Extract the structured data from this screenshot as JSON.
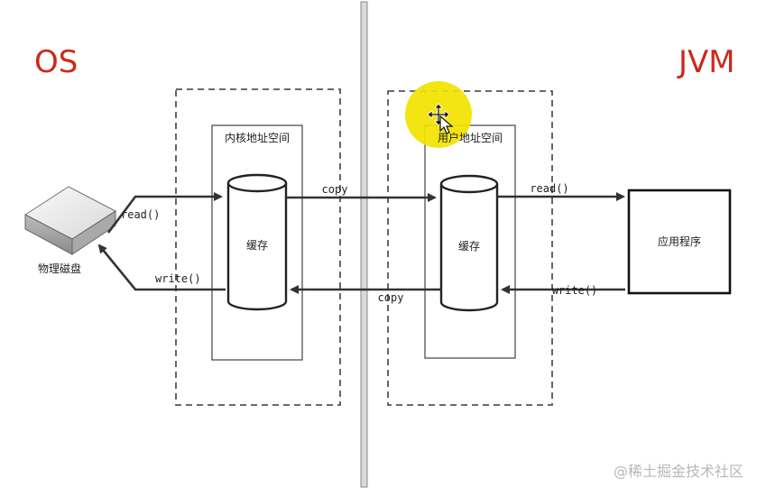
{
  "labels": {
    "os": "OS",
    "jvm": "JVM",
    "kernel_space": "内核地址空间",
    "user_space": "用户地址空间",
    "kernel_buffer": "缓存",
    "user_buffer": "缓存",
    "disk": "物理磁盘",
    "app": "应用程序",
    "read_disk": "read()",
    "write_disk": "write()",
    "copy_top": "copy",
    "copy_bottom": "copy",
    "read_app": "read()",
    "write_app": "write()"
  },
  "watermark": "@稀土掘金技术社区",
  "colors": {
    "title_red": "#cc2a1a",
    "cursor_highlight": "#f2e200",
    "line": "#333333"
  }
}
